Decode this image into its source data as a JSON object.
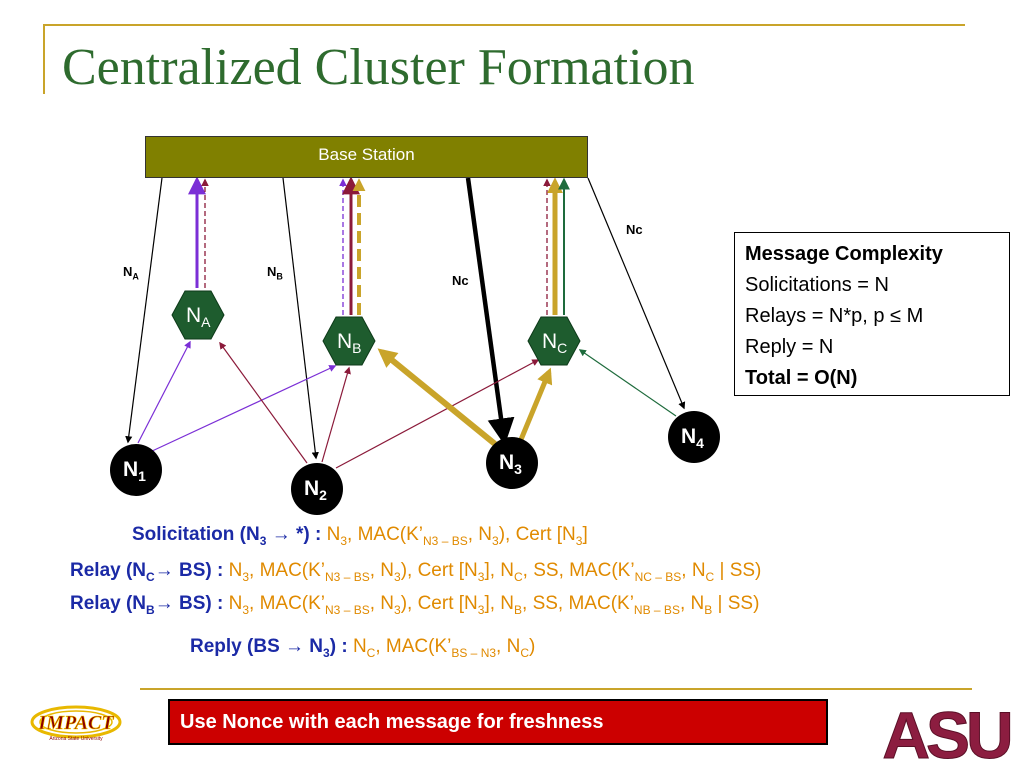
{
  "title": "Centralized Cluster Formation",
  "base_station": "Base Station",
  "link_labels": {
    "na": {
      "main": "N",
      "sub": "A"
    },
    "nb": {
      "main": "N",
      "sub": "B"
    },
    "nc_mid": "Nc",
    "nc_right": "Nc"
  },
  "nodes": {
    "na": {
      "main": "N",
      "sub": "A"
    },
    "nb": {
      "main": "N",
      "sub": "B"
    },
    "nc": {
      "main": "N",
      "sub": "C"
    },
    "n1": {
      "main": "N",
      "sub": "1"
    },
    "n2": {
      "main": "N",
      "sub": "2"
    },
    "n3": {
      "main": "N",
      "sub": "3"
    },
    "n4": {
      "main": "N",
      "sub": "4"
    }
  },
  "complexity": {
    "heading": "Message Complexity",
    "solicitations": "Solicitations = N",
    "relays": "Relays = N*p, p ≤ M",
    "reply": "Reply = N",
    "total": "Total = O(N)"
  },
  "messages": {
    "solicitation": {
      "label": "Solicitation (N",
      "label_sub": "3",
      "label_tail": " → *) : ",
      "body": {
        "p1": "N",
        "s1": "3",
        "p2": ",  MAC(K’",
        "s2": "N3 – BS",
        "p3": ", N",
        "s3": "3",
        "p4": "), Cert [N",
        "s4": "3",
        "p5": "]"
      }
    },
    "relay_c": {
      "label": "Relay (N",
      "label_sub": "C",
      "label_tail": "→ BS) : ",
      "body": {
        "p1": "N",
        "s1": "3",
        "p2": ",  MAC(K’",
        "s2": "N3 – BS",
        "p3": ", N",
        "s3": "3",
        "p4": "), Cert [N",
        "s4": "3",
        "p5": "], N",
        "s5": "C",
        "p6": ", SS, MAC(K’",
        "s6": "NC – BS",
        "p7": ", N",
        "s7": "C",
        "p8": " | SS)"
      }
    },
    "relay_b": {
      "label": "Relay (N",
      "label_sub": "B",
      "label_tail": "→ BS) : ",
      "body": {
        "p1": "N",
        "s1": "3",
        "p2": ",  MAC(K’",
        "s2": "N3 – BS",
        "p3": ", N",
        "s3": "3",
        "p4": "), Cert [N",
        "s4": "3",
        "p5": "], N",
        "s5": "B",
        "p6": ", SS, MAC(K’",
        "s6": "NB – BS",
        "p7": ", N",
        "s7": "B",
        "p8": " | SS)"
      }
    },
    "reply": {
      "label": "Reply (BS → N",
      "label_sub": "3",
      "label_tail": ") : ",
      "body": {
        "p1": "N",
        "s1": "C",
        "p2": ", MAC(K’",
        "s2": "BS – N3",
        "p3": ", N",
        "s3": "C",
        "p4": ")"
      }
    }
  },
  "notice": "Use Nonce with each message for freshness",
  "logos": {
    "impact": "IMPACT",
    "impact_sub": "Arizona State University",
    "asu": "ASU"
  },
  "colors": {
    "olive": "#808000",
    "node_green": "#1e5c2e",
    "gold": "#c9a42a",
    "purple": "#7b2fd6",
    "maroon": "#8b1a3a",
    "dark_green": "#1e6b3c",
    "blue_text": "#1b2aa6",
    "orange_text": "#e08a00",
    "notice_red": "#cc0000"
  }
}
